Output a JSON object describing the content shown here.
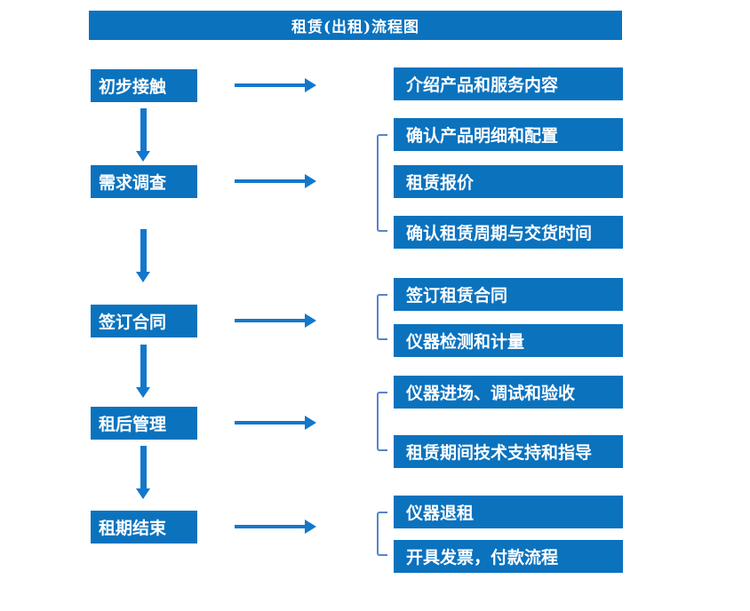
{
  "title": "租赁(出租)流程图",
  "colors": {
    "box_blue": "#0b72be",
    "arrow_blue": "#1377cb",
    "bracket_blue": "#5585cb",
    "text_white": "#ffffff"
  },
  "steps": [
    {
      "label": "初步接触",
      "details": [
        "介绍产品和服务内容"
      ]
    },
    {
      "label": "需求调查",
      "details": [
        "确认产品明细和配置",
        "租赁报价",
        "确认租赁周期与交货时间"
      ]
    },
    {
      "label": "签订合同",
      "details": [
        "签订租赁合同",
        "仪器检测和计量"
      ]
    },
    {
      "label": "租后管理",
      "details": [
        "仪器进场、调试和验收",
        "租赁期间技术支持和指导"
      ]
    },
    {
      "label": "租期结束",
      "details": [
        "仪器退租",
        "开具发票，付款流程"
      ]
    }
  ]
}
